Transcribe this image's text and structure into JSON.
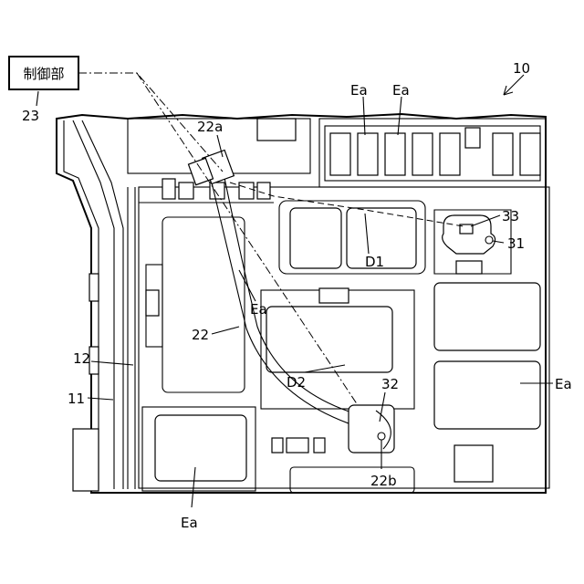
{
  "control_box": {
    "label": "制御部"
  },
  "labels": {
    "n10": "10",
    "n23": "23",
    "n22a": "22a",
    "ea_top1": "Ea",
    "ea_top2": "Ea",
    "n33": "33",
    "n31": "31",
    "d1": "D1",
    "ea_mid": "Ea",
    "n22": "22",
    "n12": "12",
    "n11": "11",
    "d2": "D2",
    "n32": "32",
    "ea_right": "Ea",
    "n22b": "22b",
    "ea_bottom": "Ea"
  }
}
